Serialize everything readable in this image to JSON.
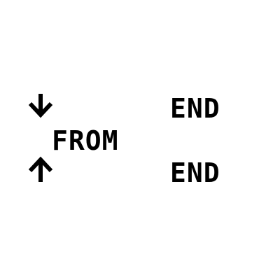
{
  "labels": {
    "end_top": "END",
    "from": "FROM",
    "end_bottom": "END"
  },
  "icons": {
    "top": "arrow-down-icon",
    "bottom": "arrow-up-icon"
  },
  "colors": {
    "text": "#000000",
    "background": "#ffffff"
  }
}
